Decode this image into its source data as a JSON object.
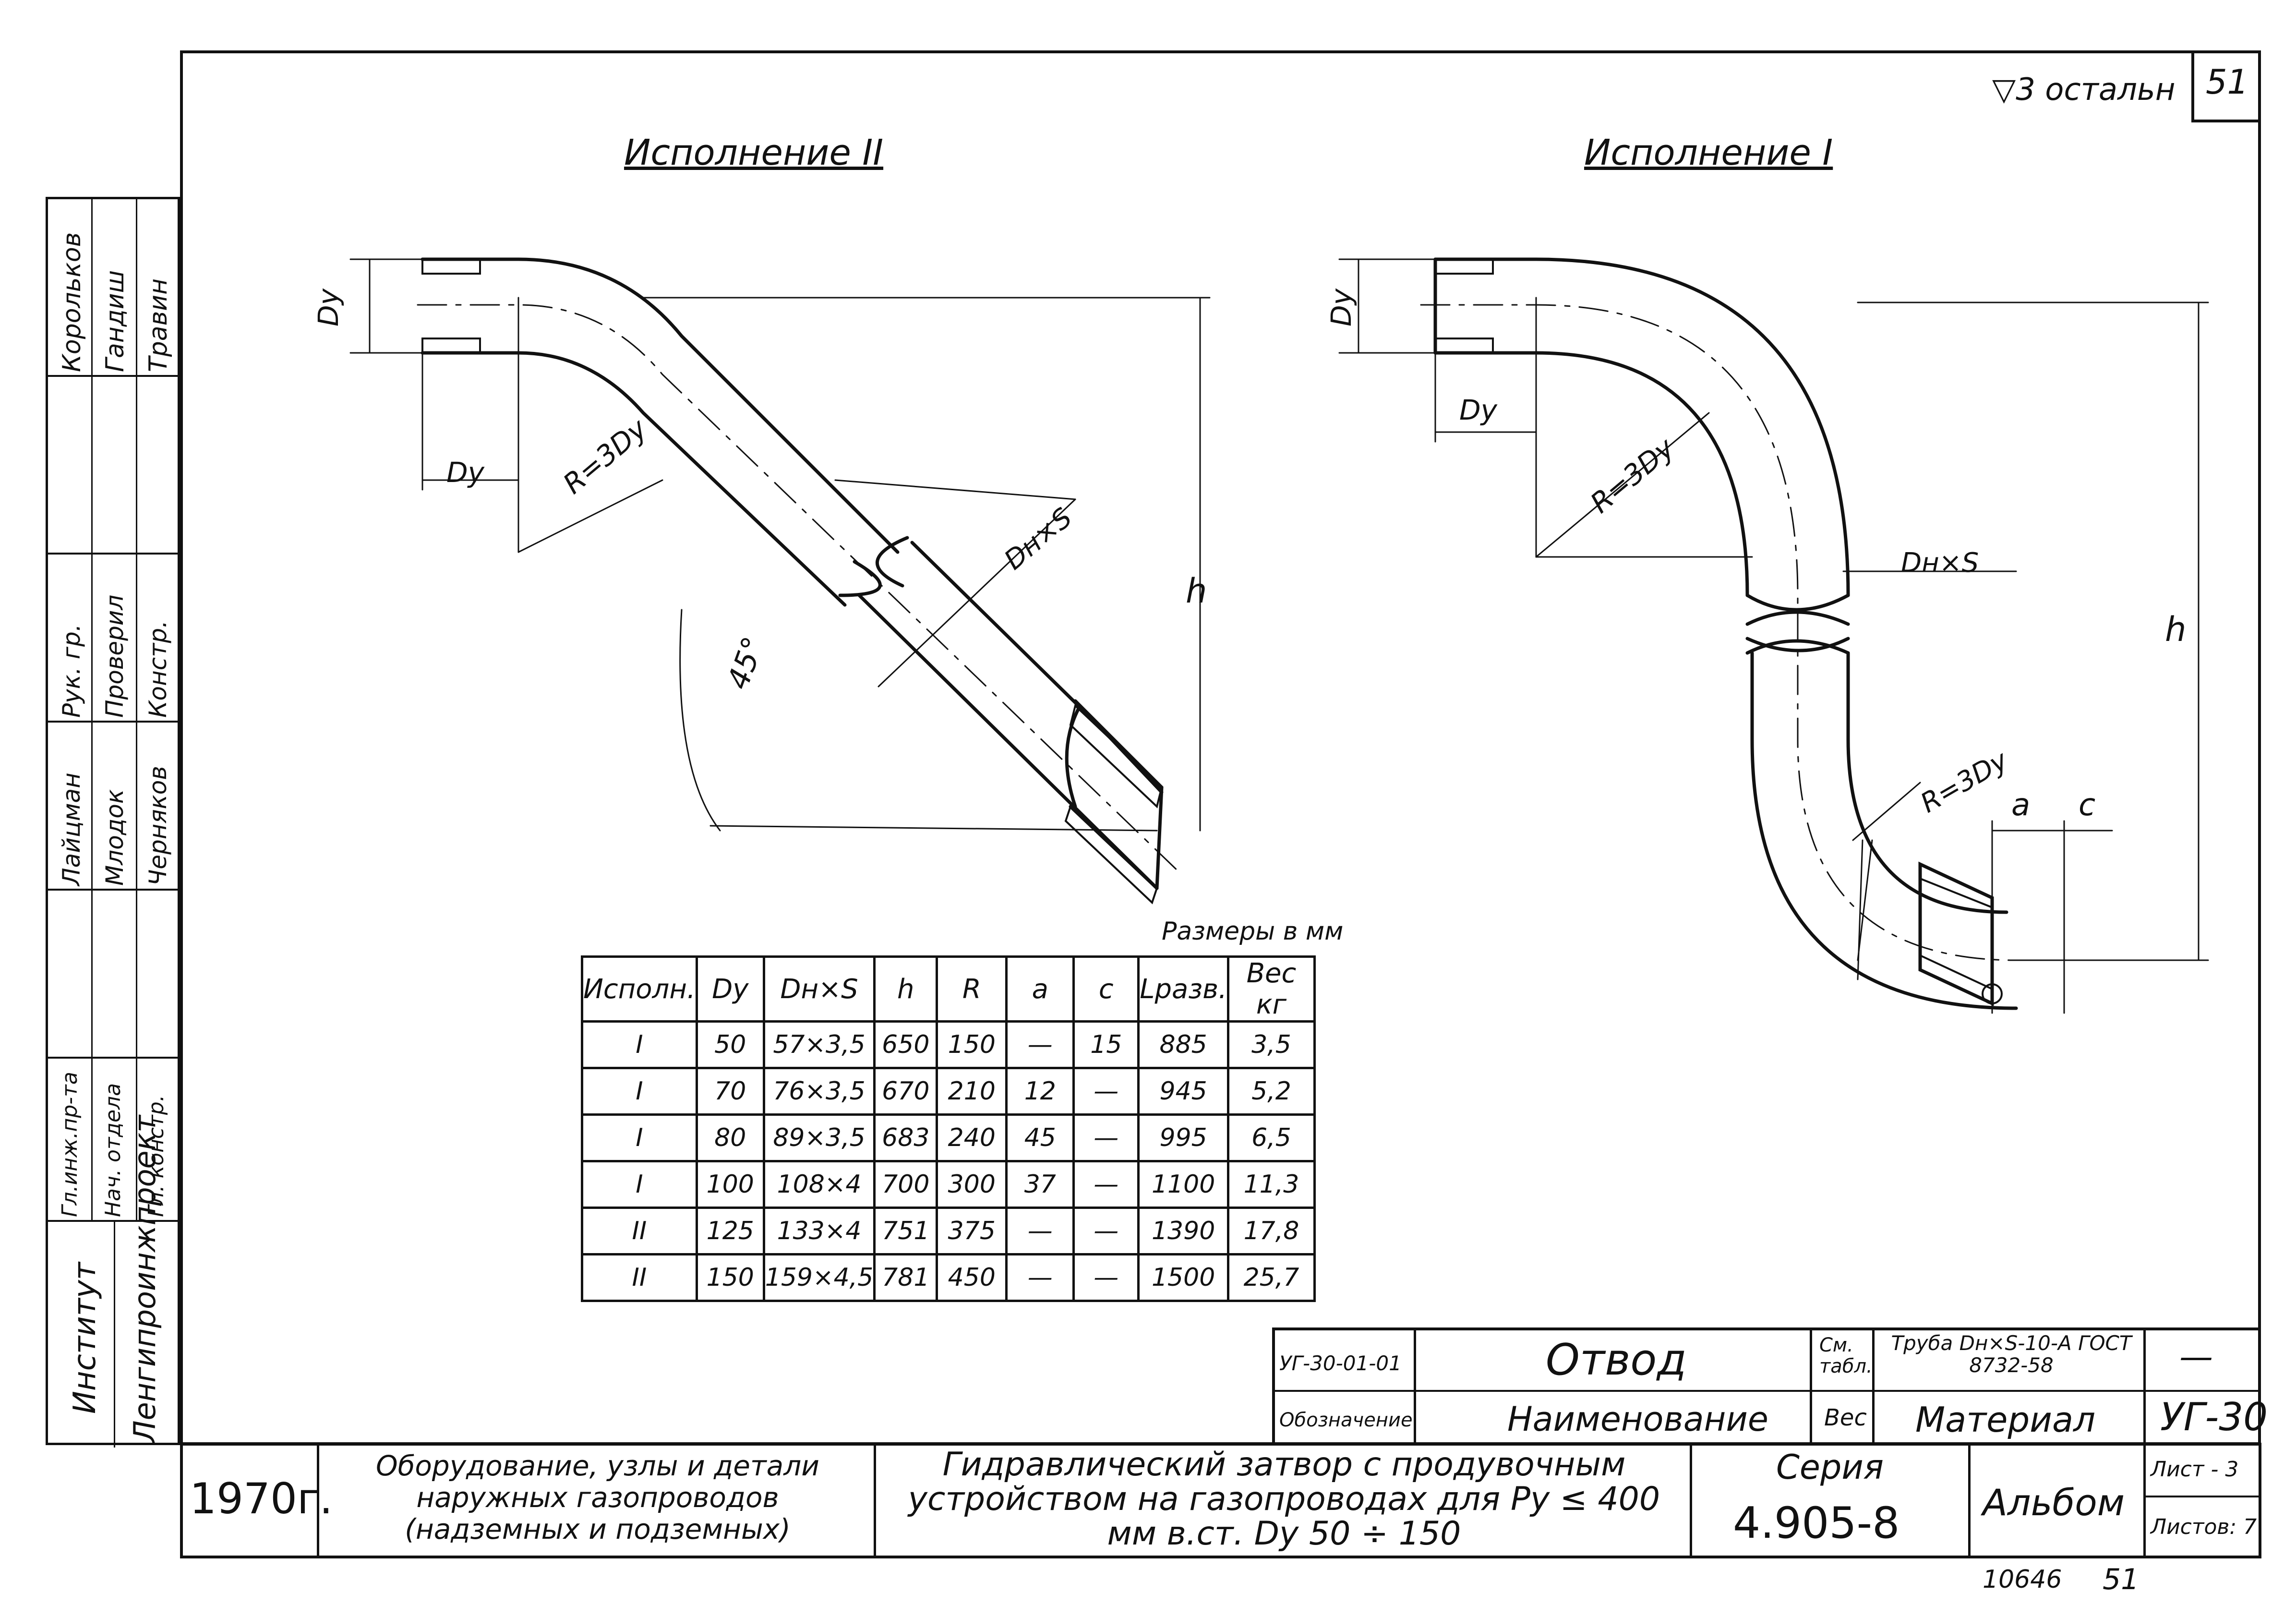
{
  "sheet": {
    "page_number": "51",
    "surface_note": "3 остальн",
    "bottom_number": "10646",
    "bottom_page": "51"
  },
  "views": {
    "left_title": "Исполнение II",
    "right_title": "Исполнение I",
    "labels": {
      "dy": "Dу",
      "r": "R=3Dу",
      "dn_s": "Dн×S",
      "angle": "45°",
      "h": "h",
      "a": "a",
      "c": "c"
    }
  },
  "table": {
    "caption": "Размеры в мм",
    "headers": [
      "Исполн.",
      "Dу",
      "Dн×S",
      "h",
      "R",
      "a",
      "c",
      "Lразв.",
      "Вес кг"
    ],
    "rows": [
      [
        "I",
        "50",
        "57×3,5",
        "650",
        "150",
        "—",
        "15",
        "885",
        "3,5"
      ],
      [
        "I",
        "70",
        "76×3,5",
        "670",
        "210",
        "12",
        "—",
        "945",
        "5,2"
      ],
      [
        "I",
        "80",
        "89×3,5",
        "683",
        "240",
        "45",
        "—",
        "995",
        "6,5"
      ],
      [
        "I",
        "100",
        "108×4",
        "700",
        "300",
        "37",
        "—",
        "1100",
        "11,3"
      ],
      [
        "II",
        "125",
        "133×4",
        "751",
        "375",
        "—",
        "—",
        "1390",
        "17,8"
      ],
      [
        "II",
        "150",
        "159×4,5",
        "781",
        "450",
        "—",
        "—",
        "1500",
        "25,7"
      ]
    ]
  },
  "title_block": {
    "designation": "УГ-30-01-01",
    "designation_label": "Обозначение",
    "name": "Отвод",
    "name_label": "Наименование",
    "spec_label": "См. табл.",
    "weight_label": "Вес",
    "material": "Труба Dн×S-10-А ГОСТ 8732-58",
    "material_label": "Материал",
    "dash": "—",
    "code": "УГ-30",
    "year": "1970г.",
    "equipment": "Оборудование, узлы и детали наружных газопроводов (надземных и подземных)",
    "main_title": "Гидравлический затвор с продувочным устройством на газопроводах для Pу ≤ 400 мм в.ст. Dу 50 ÷ 150",
    "series_label": "Серия",
    "series": "4.905-8",
    "album": "Альбом",
    "sheet": "Лист - 3",
    "sheets": "Листов: 7"
  },
  "side_stamp": {
    "institute_label": "Институт",
    "institute": "Ленгипроинжпроект",
    "roles": [
      "Гл.инж.пр-та",
      "Нач. отдела",
      "Гл. констр.",
      "Рук. гр.",
      "Проверил",
      "Констр."
    ],
    "names_a": [
      "Лайцман",
      "Млодок",
      "Черняков"
    ],
    "names_b": [
      "Корольков",
      "Гандиш",
      "Травин"
    ]
  }
}
